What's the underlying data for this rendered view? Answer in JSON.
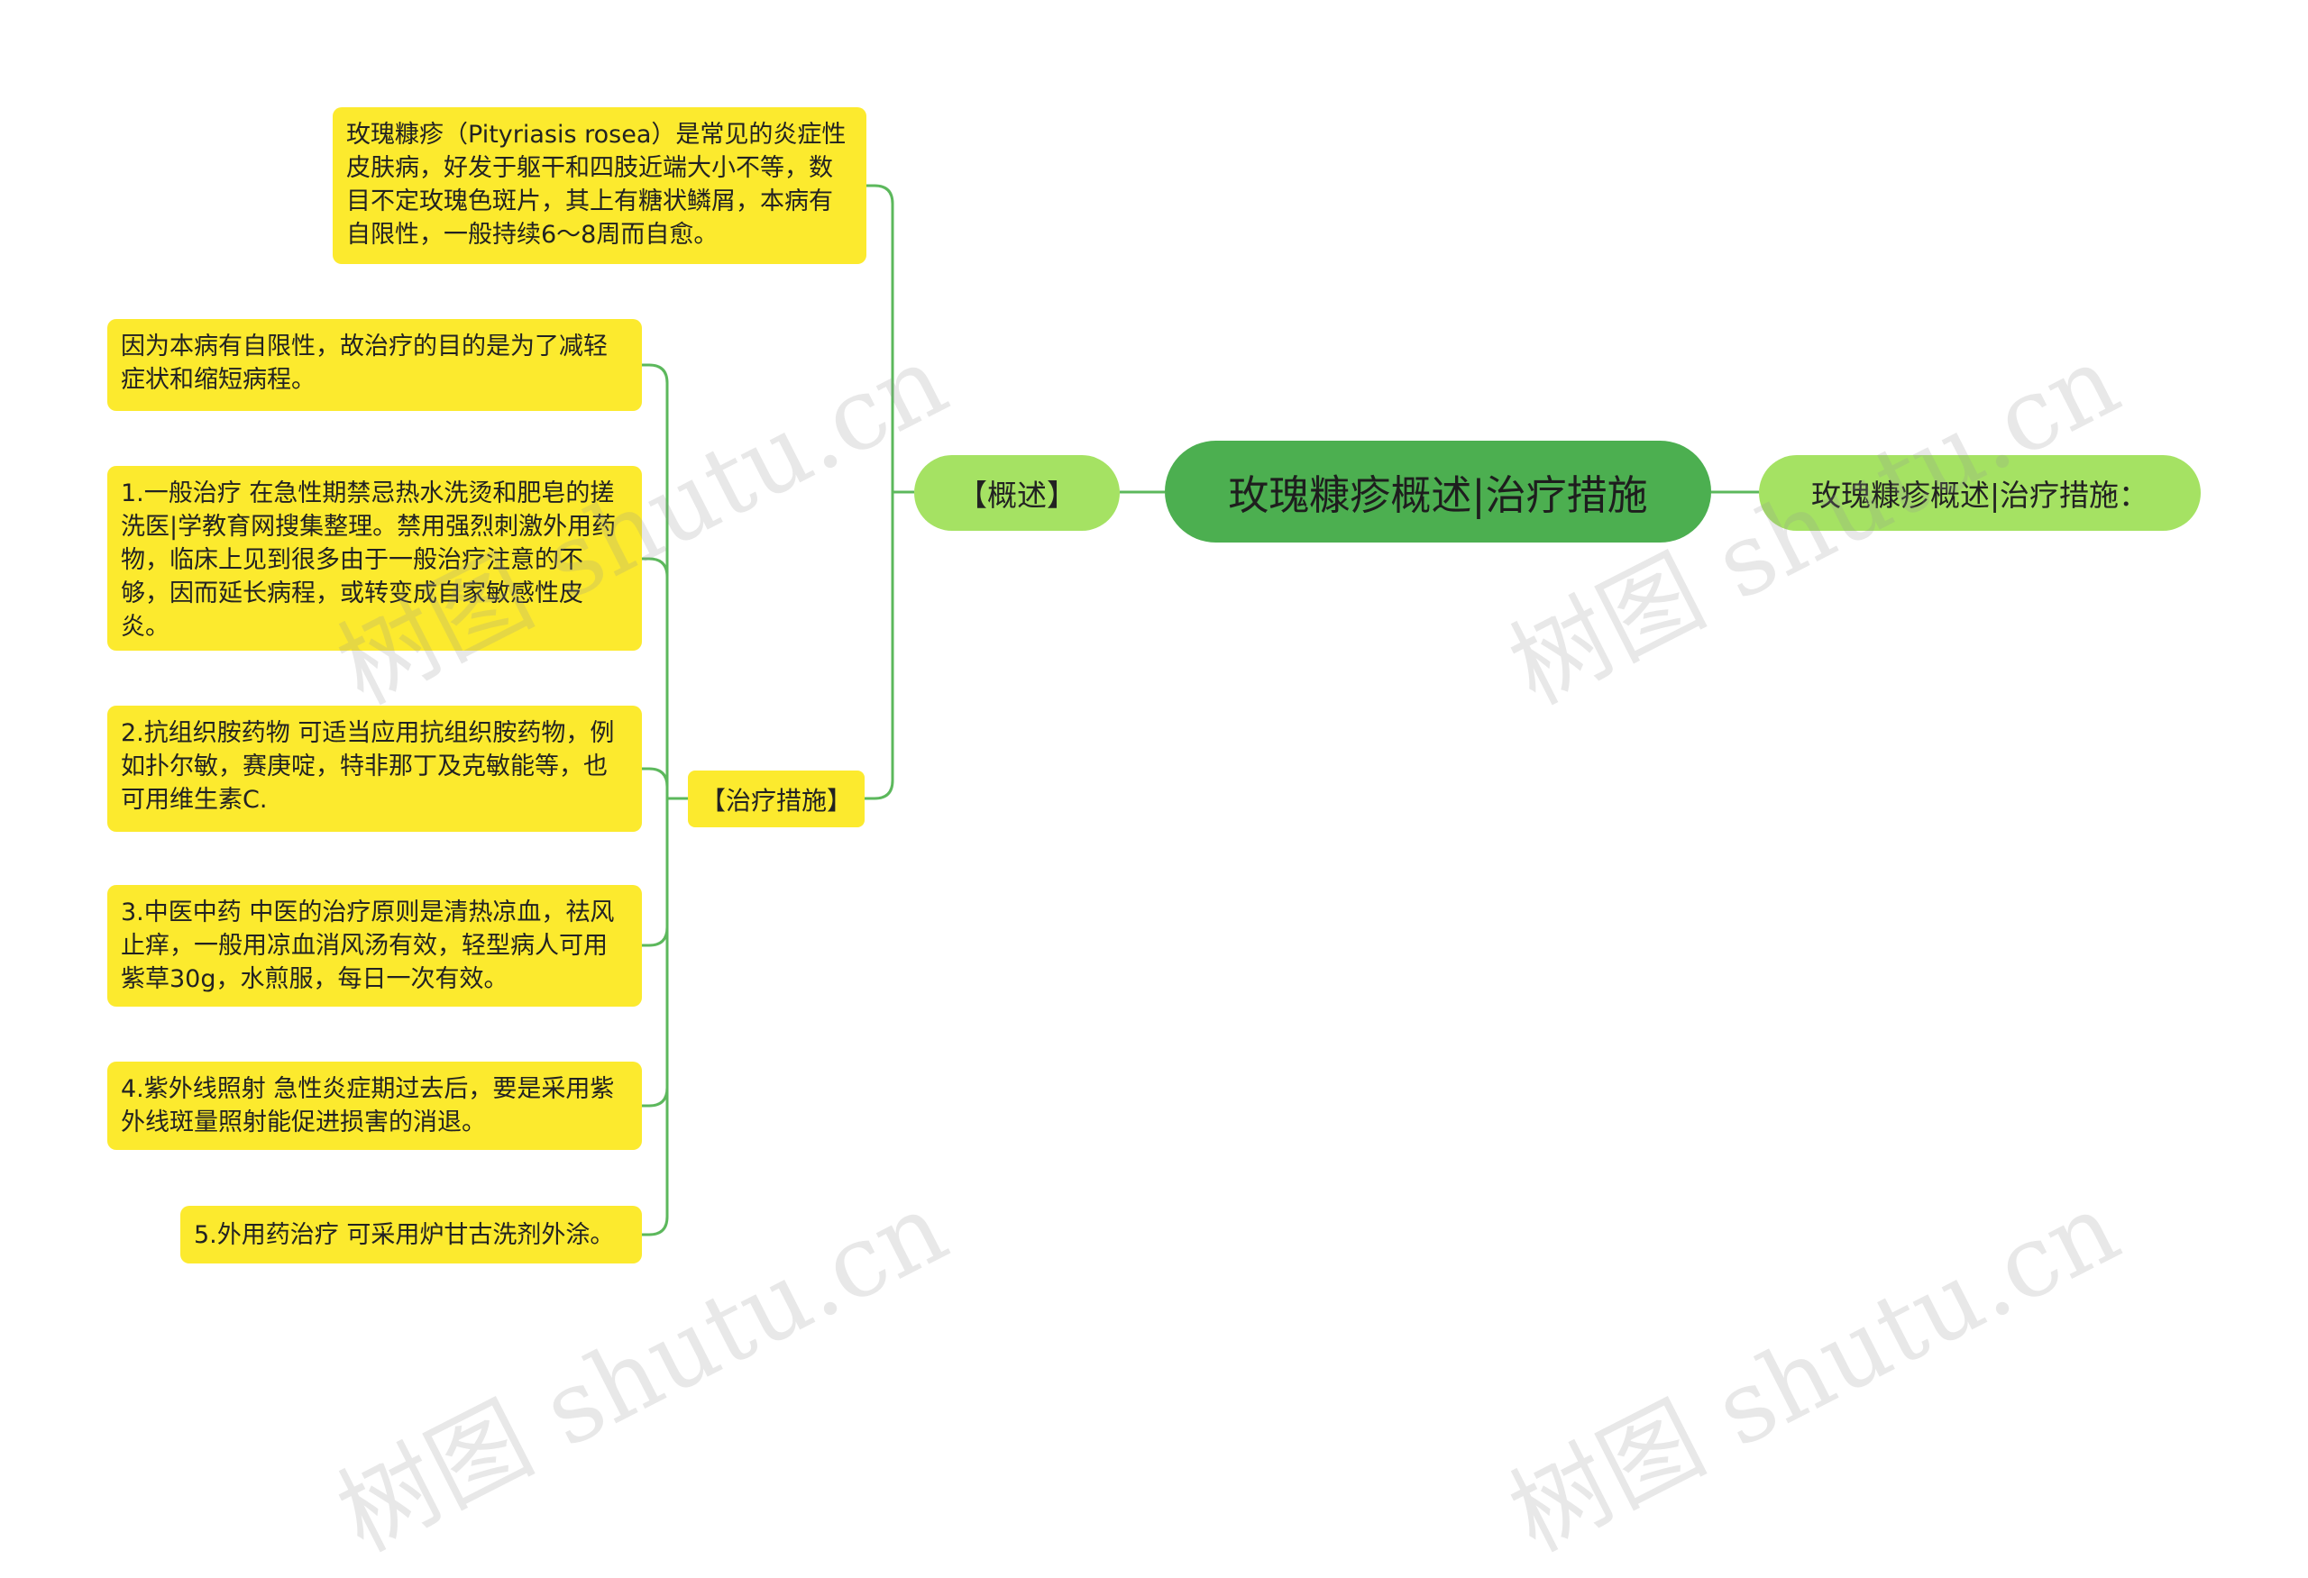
{
  "root": {
    "title": "玫瑰糠疹概述|治疗措施"
  },
  "right_branch": {
    "label": "玫瑰糠疹概述|治疗措施："
  },
  "overview": {
    "label": "【概述】",
    "text": "玫瑰糠疹（Pityriasis rosea）是常见的炎症性皮肤病，好发于躯干和四肢近端大小不等，数目不定玫瑰色斑片，其上有糖状鳞屑，本病有自限性，一般持续6～8周而自愈。"
  },
  "treatment": {
    "label": "【治疗措施】",
    "items": [
      "因为本病有自限性，故治疗的目的是为了减轻症状和缩短病程。",
      "1.一般治疗 在急性期禁忌热水洗烫和肥皂的搓洗医|学教育网搜集整理。禁用强烈刺激外用药物，临床上见到很多由于一般治疗注意的不够，因而延长病程，或转变成自家敏感性皮炎。",
      "2.抗组织胺药物 可适当应用抗组织胺药物，例如扑尔敏，赛庚啶，特非那丁及克敏能等，也可用维生素C.",
      "3.中医中药 中医的治疗原则是清热凉血，祛风止痒，一般用凉血消风汤有效，轻型病人可用紫草30g，水煎服，每日一次有效。",
      "4.紫外线照射 急性炎症期过去后，要是采用紫外线斑量照射能促进损害的消退。",
      "5.外用药治疗 可采用炉甘古洗剂外涂。"
    ]
  },
  "watermark": [
    "树图 shutu.cn",
    "树图 shutu.cn",
    "树图 shutu.cn",
    "树图 shutu.cn"
  ],
  "colors": {
    "root": "#4caf50",
    "branch": "#a5e263",
    "leaf": "#fcea2e",
    "line": "#5cb85c"
  }
}
